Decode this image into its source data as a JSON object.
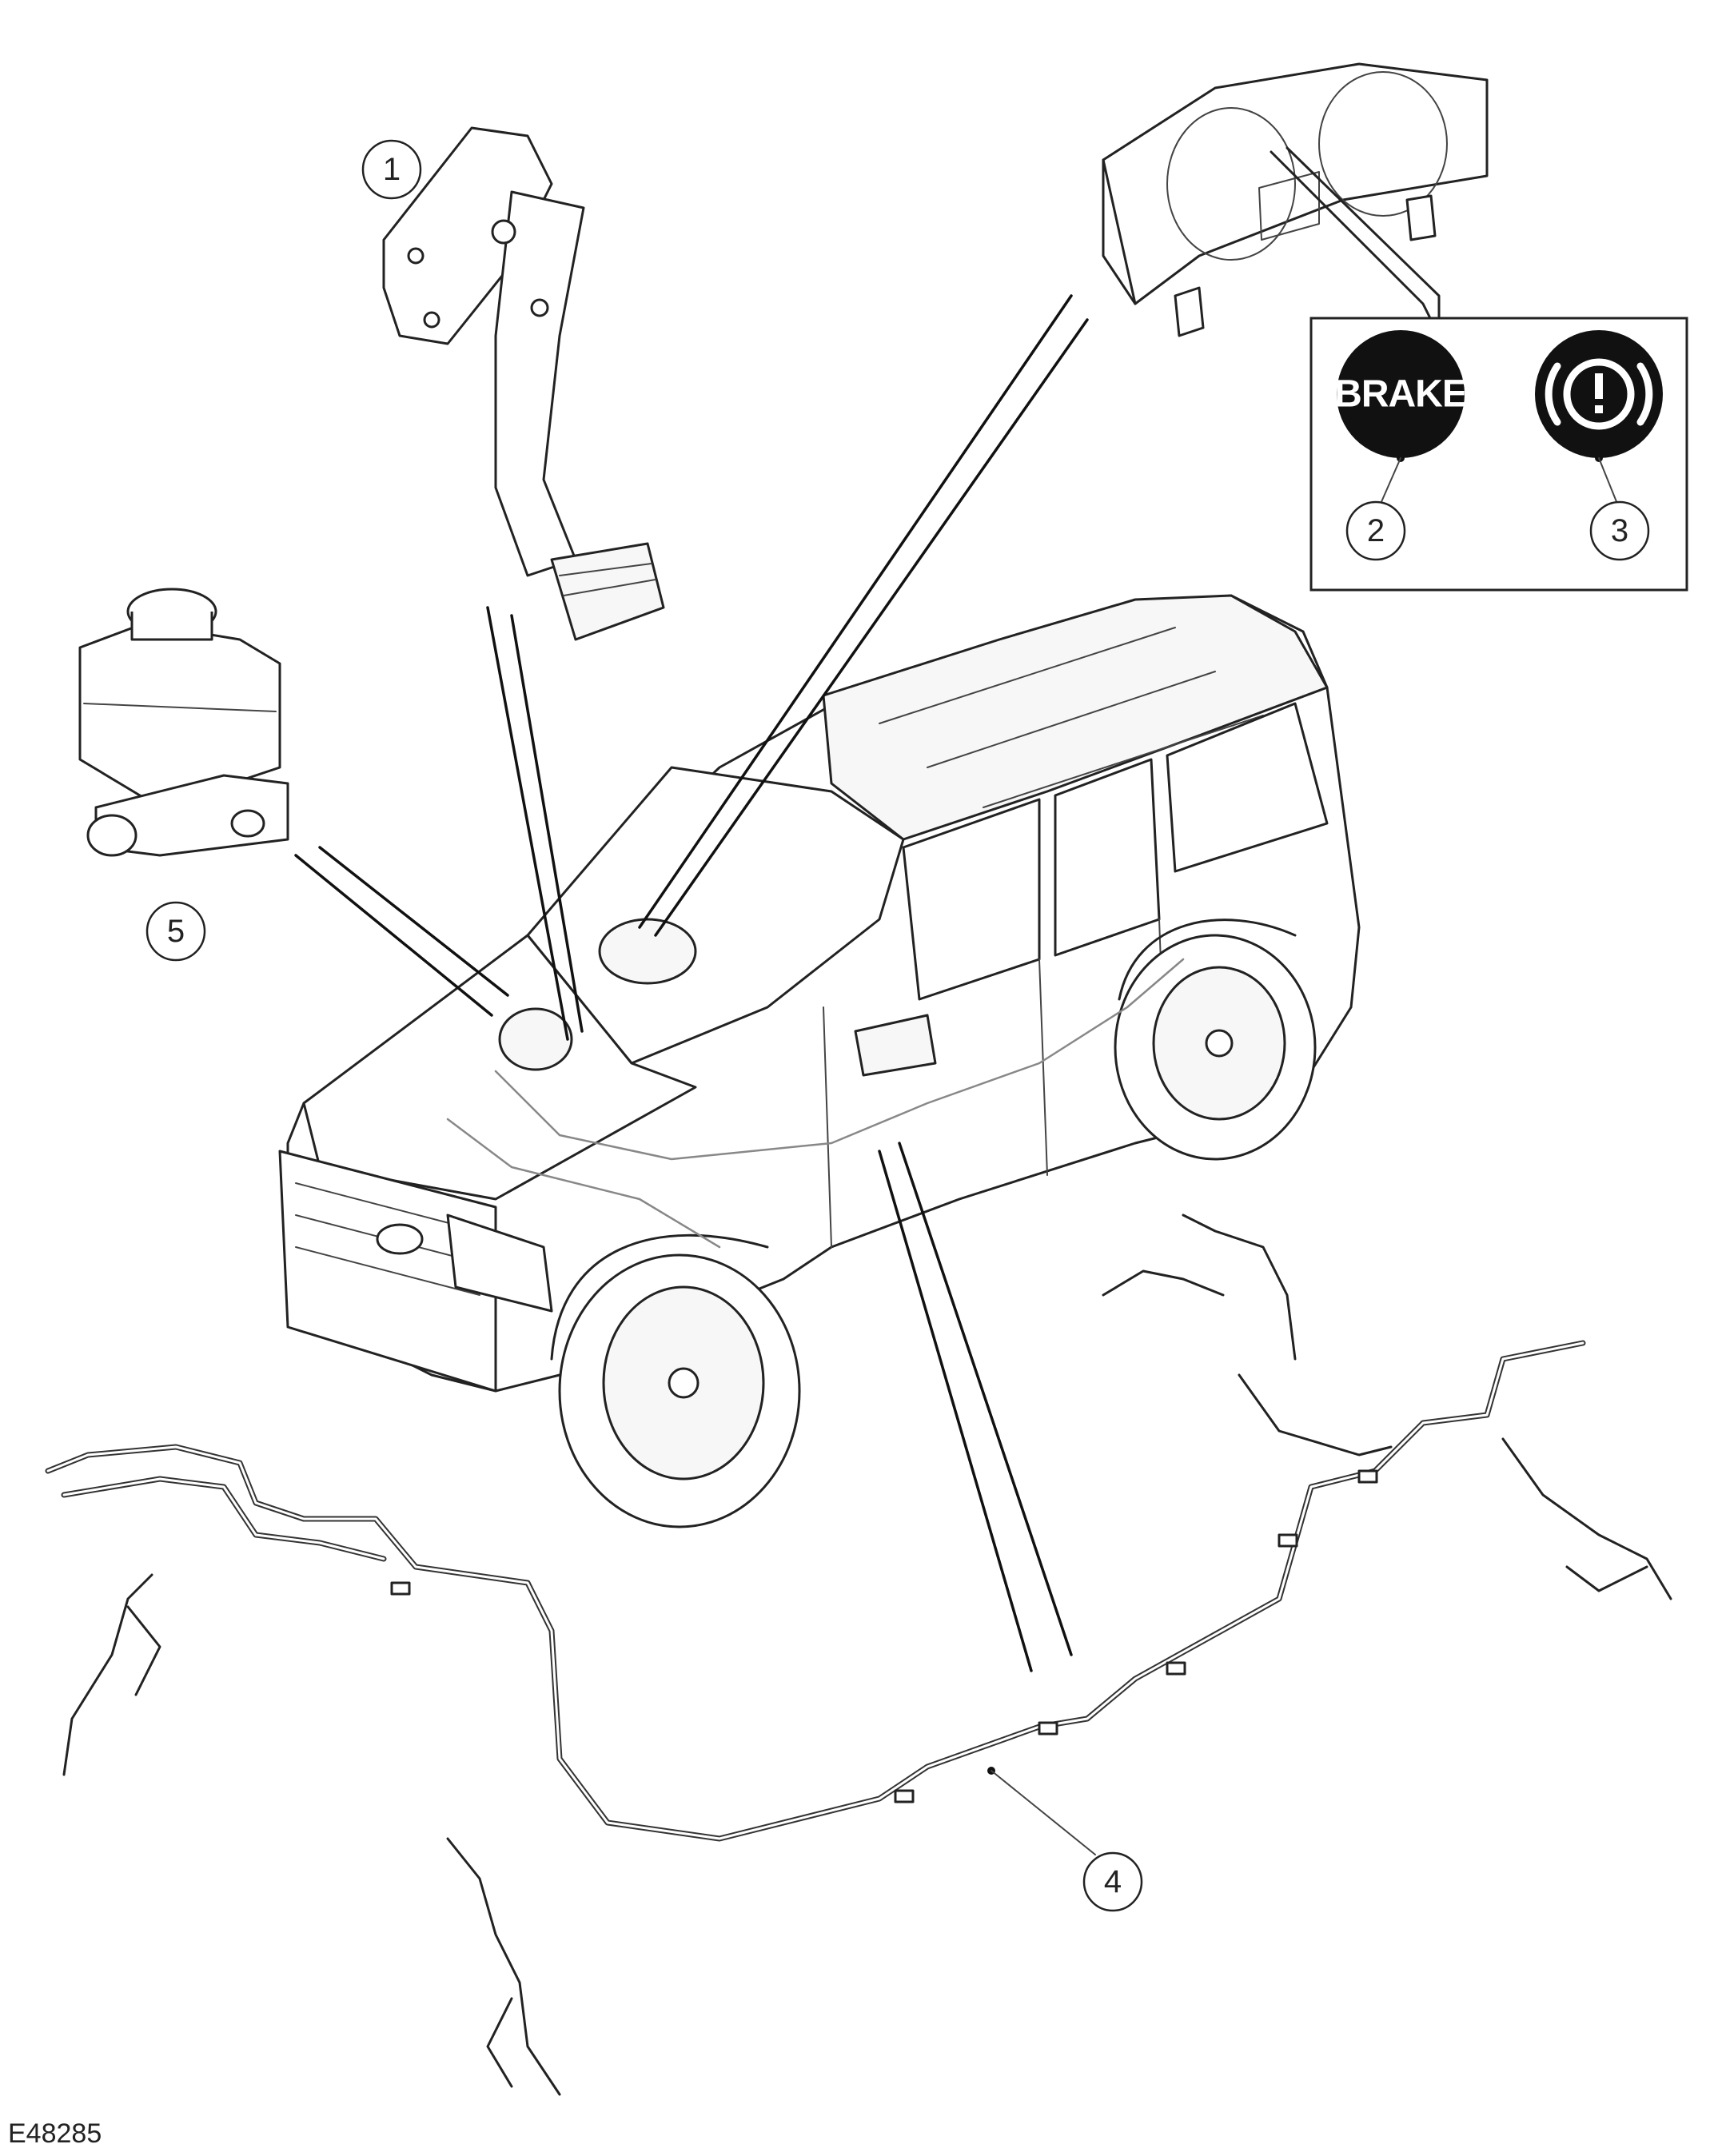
{
  "figure_id": "E48285",
  "callouts": [
    "1",
    "2",
    "3",
    "4",
    "5"
  ],
  "warning_lamps": {
    "brake_text": "BRAKE",
    "icon": "brake-warning-icon",
    "lamp_color": "#111111"
  }
}
